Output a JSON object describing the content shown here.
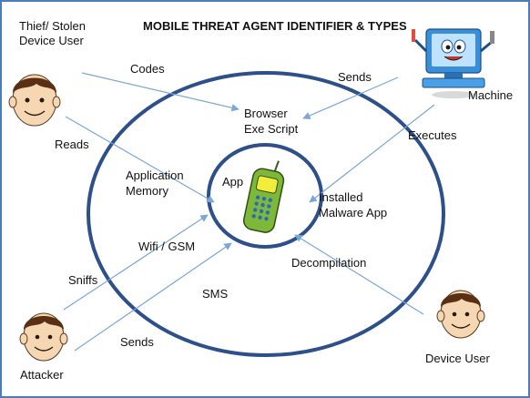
{
  "title": "MOBILE THREAT AGENT IDENTIFIER & TYPES",
  "actors": {
    "thief": {
      "line1": "Thief/ Stolen",
      "line2": "Device User",
      "icon": "face-icon"
    },
    "machine": {
      "label": "Machine",
      "icon": "computer-mascot-icon"
    },
    "attacker": {
      "label": "Attacker",
      "icon": "face-icon"
    },
    "device_user": {
      "label": "Device User",
      "icon": "face-icon"
    }
  },
  "center": {
    "label": "App",
    "icon": "mobile-phone-icon"
  },
  "inner_labels": {
    "browser_line1": "Browser",
    "browser_line2": "Exe Script",
    "application_line1": "Application",
    "application_line2": "Memory",
    "installed_line1": "Installed",
    "installed_line2": "Malware App",
    "wifi": "Wifi / GSM",
    "sms": "SMS",
    "decompilation": "Decompilation"
  },
  "edge_labels": {
    "codes": "Codes",
    "sends_top": "Sends",
    "reads": "Reads",
    "executes": "Executes",
    "sniffs": "Sniffs",
    "sends_bottom": "Sends"
  },
  "colors": {
    "ring": "#2d4f8a",
    "arrow": "#7aa6d8",
    "frame": "#4a7ebb",
    "phone": "#7db83a"
  }
}
